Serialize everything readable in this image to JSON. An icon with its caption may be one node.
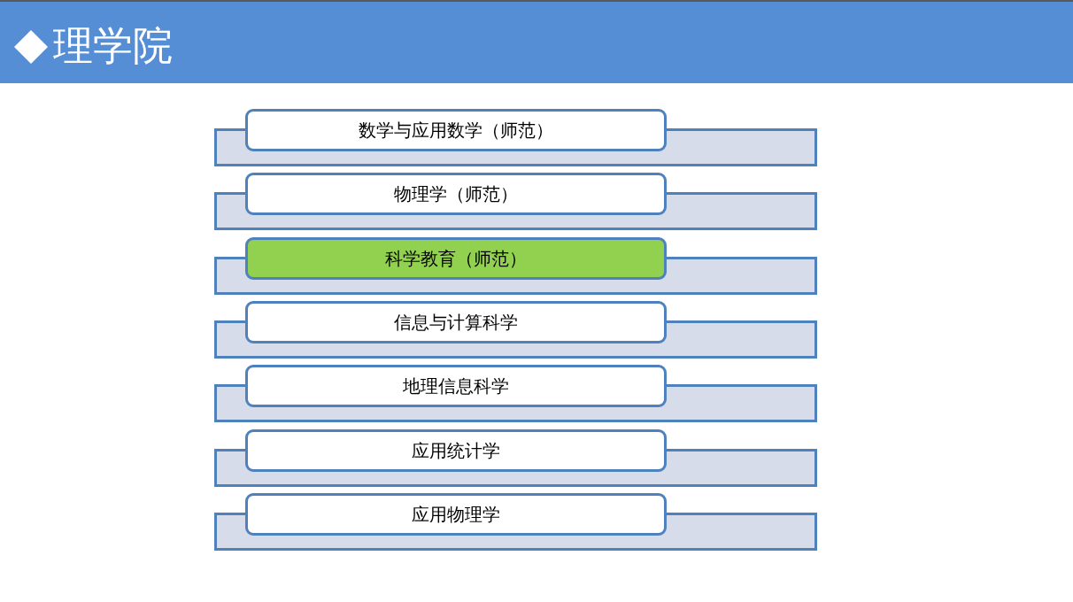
{
  "diagram": {
    "title": "理学院",
    "nodes": [
      {
        "text": [
          "数学与应用数学（师范）"
        ]
      },
      {
        "text": [],
        "shape": "bar"
      },
      {
        "text": [
          "物理学（师范）"
        ]
      },
      {
        "text": [],
        "shape": "bar"
      },
      {
        "text": [
          "科学教育（师范）"
        ]
      },
      {
        "text": [],
        "shape": "bar"
      },
      {
        "text": [
          "信息与计算科学"
        ]
      },
      {
        "text": [],
        "shape": "bar"
      },
      {
        "text": [
          "地理信息科学"
        ]
      },
      {
        "text": [],
        "shape": "bar"
      },
      {
        "text": [
          "应用统计学"
        ]
      },
      {
        "text": [],
        "shape": "bar"
      },
      {
        "text": [
          "应用物理学"
        ]
      },
      {
        "text": [],
        "shape": "bar"
      }
    ]
  }
}
